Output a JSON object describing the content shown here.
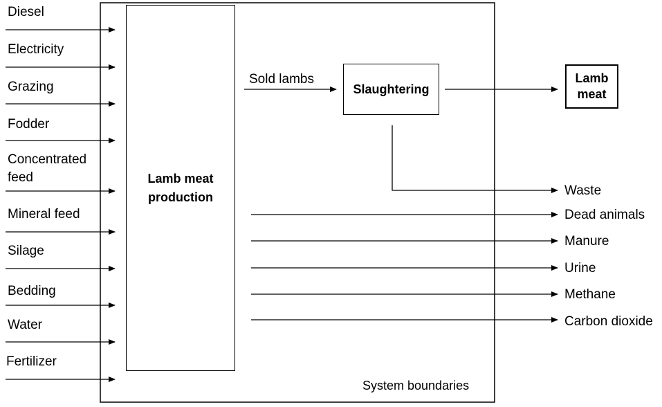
{
  "inputs": [
    {
      "label": "Diesel"
    },
    {
      "label": "Electricity"
    },
    {
      "label": "Grazing"
    },
    {
      "label": "Fodder"
    },
    {
      "label": "Concentrated\nfeed"
    },
    {
      "label": "Mineral feed"
    },
    {
      "label": "Silage"
    },
    {
      "label": "Bedding"
    },
    {
      "label": "Water"
    },
    {
      "label": "Fertilizer"
    }
  ],
  "production": {
    "label": "Lamb meat\nproduction"
  },
  "sold_lambs": "Sold lambs",
  "slaughtering": "Slaughtering",
  "product": {
    "label": "Lamb\nmeat"
  },
  "outputs": [
    "Waste",
    "Dead animals",
    "Manure",
    "Urine",
    "Methane",
    "Carbon dioxide"
  ],
  "system_boundaries": "System boundaries"
}
